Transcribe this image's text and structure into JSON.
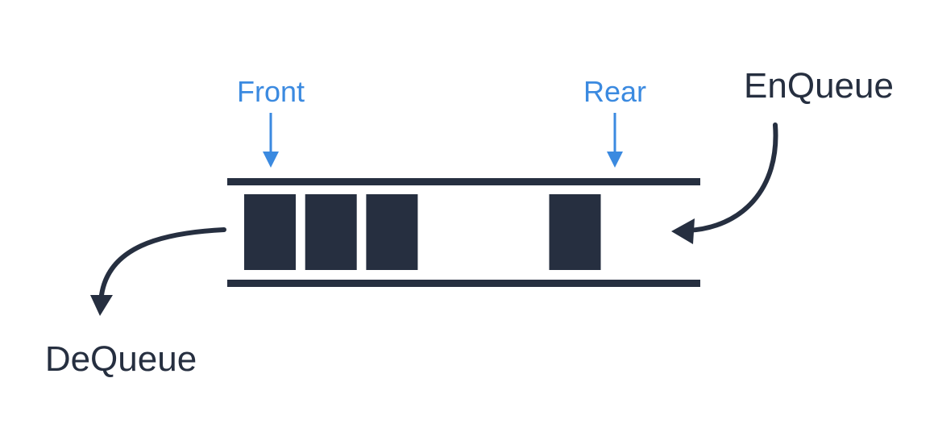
{
  "labels": {
    "front": "Front",
    "rear": "Rear",
    "enqueue": "EnQueue",
    "dequeue": "DeQueue"
  },
  "colors": {
    "pointer_blue": "#3b8ae0",
    "dark": "#262f40",
    "background": "#ffffff"
  },
  "queue": {
    "slots": 8,
    "filled_slots": [
      0,
      1,
      2,
      5
    ]
  }
}
